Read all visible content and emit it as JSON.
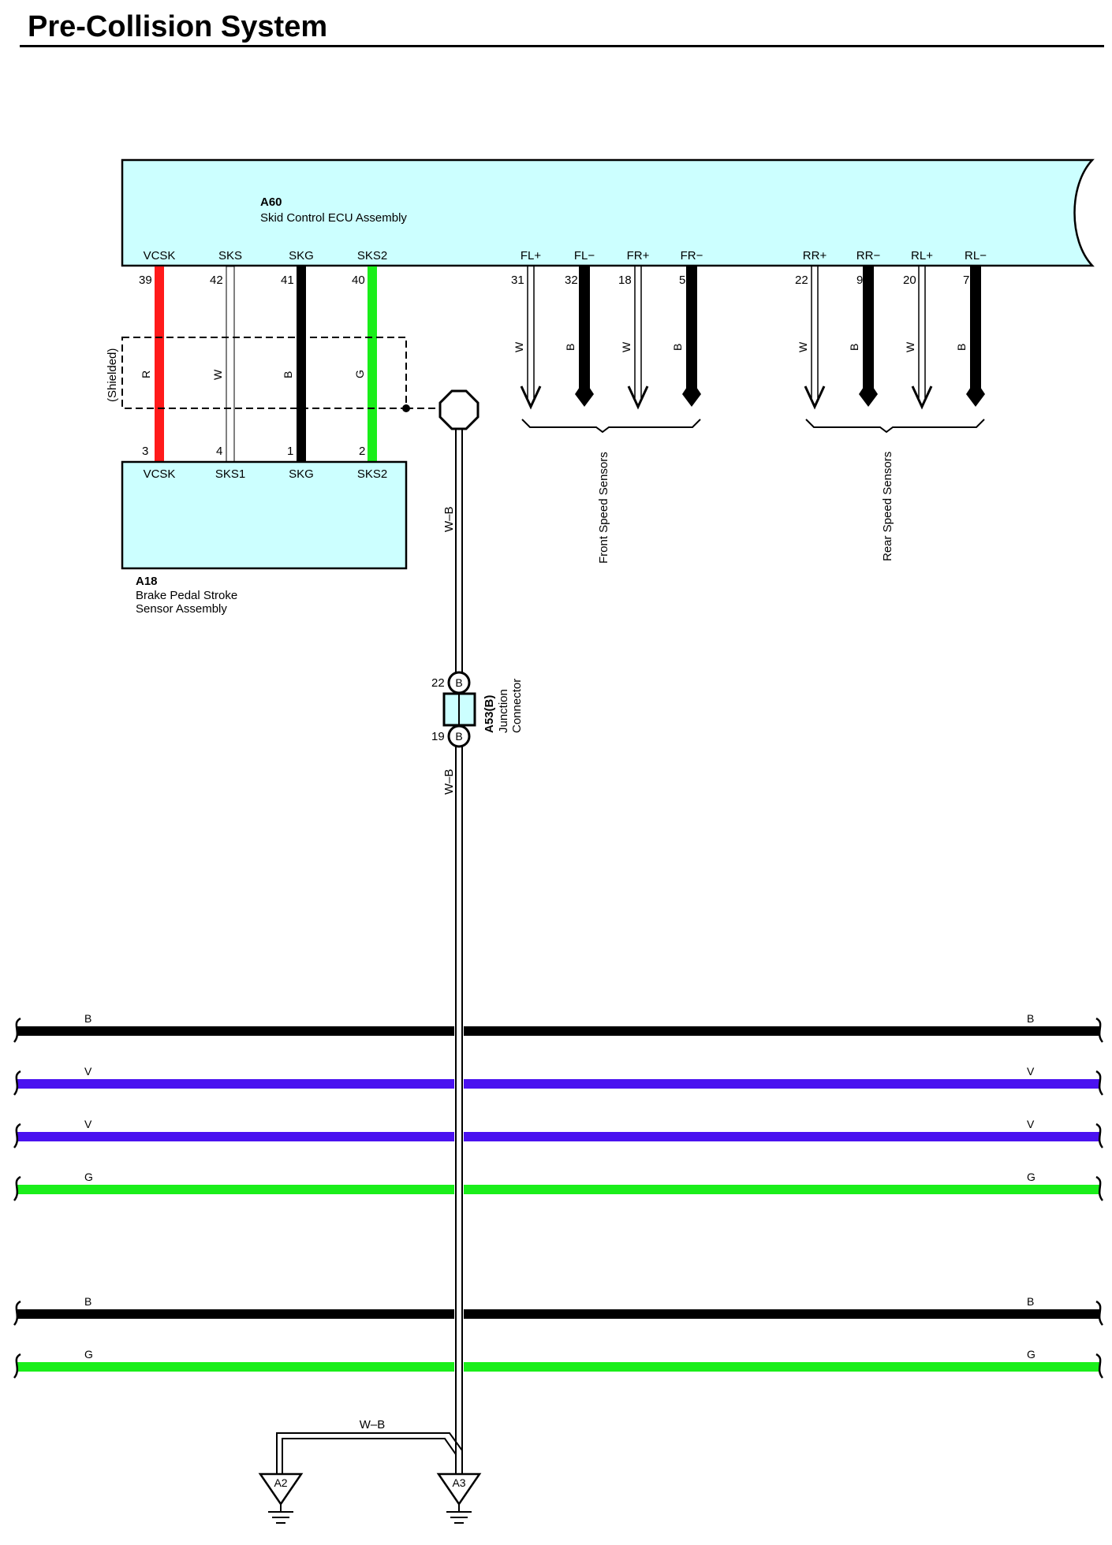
{
  "page": {
    "title": "Pre-Collision System"
  },
  "ecu": {
    "id": "A60",
    "name": "Skid Control ECU Assembly",
    "pins": [
      {
        "name": "VCSK",
        "num": "39",
        "wire": "R",
        "color": "#ff1a1a"
      },
      {
        "name": "SKS",
        "num": "42",
        "wire": "W",
        "color": "#ffffff"
      },
      {
        "name": "SKG",
        "num": "41",
        "wire": "B",
        "color": "#000000"
      },
      {
        "name": "SKS2",
        "num": "40",
        "wire": "G",
        "color": "#1aee1a"
      }
    ],
    "speed_pins": [
      {
        "name": "FL+",
        "num": "31",
        "wire": "W"
      },
      {
        "name": "FL−",
        "num": "32",
        "wire": "B"
      },
      {
        "name": "FR+",
        "num": "18",
        "wire": "W"
      },
      {
        "name": "FR−",
        "num": "5",
        "wire": "B"
      },
      {
        "name": "RR+",
        "num": "22",
        "wire": "W"
      },
      {
        "name": "RR−",
        "num": "9",
        "wire": "B"
      },
      {
        "name": "RL+",
        "num": "20",
        "wire": "W"
      },
      {
        "name": "RL−",
        "num": "7",
        "wire": "B"
      }
    ]
  },
  "shielded_label": "(Shielded)",
  "sensor": {
    "id": "A18",
    "name_line1": "Brake Pedal Stroke",
    "name_line2": "Sensor Assembly",
    "pins": [
      {
        "name": "VCSK",
        "num": "3"
      },
      {
        "name": "SKS1",
        "num": "4"
      },
      {
        "name": "SKG",
        "num": "1"
      },
      {
        "name": "SKS2",
        "num": "2"
      }
    ]
  },
  "speed_groups": [
    {
      "label": "Front Speed Sensors"
    },
    {
      "label": "Rear Speed Sensors"
    }
  ],
  "ground_wire": "W–B",
  "junction": {
    "id": "A53(B)",
    "line1": "Junction",
    "line2": "Connector",
    "pin_top": "22",
    "pin_bottom": "19",
    "pin_letter": "B"
  },
  "buses": [
    {
      "label": "B",
      "color": "#000000"
    },
    {
      "label": "V",
      "color": "#4a12f0"
    },
    {
      "label": "V",
      "color": "#4a12f0"
    },
    {
      "label": "G",
      "color": "#1aee1a"
    },
    {
      "label": "B",
      "color": "#000000"
    },
    {
      "label": "G",
      "color": "#1aee1a"
    }
  ],
  "grounds": [
    {
      "id": "A2"
    },
    {
      "id": "A3"
    }
  ]
}
